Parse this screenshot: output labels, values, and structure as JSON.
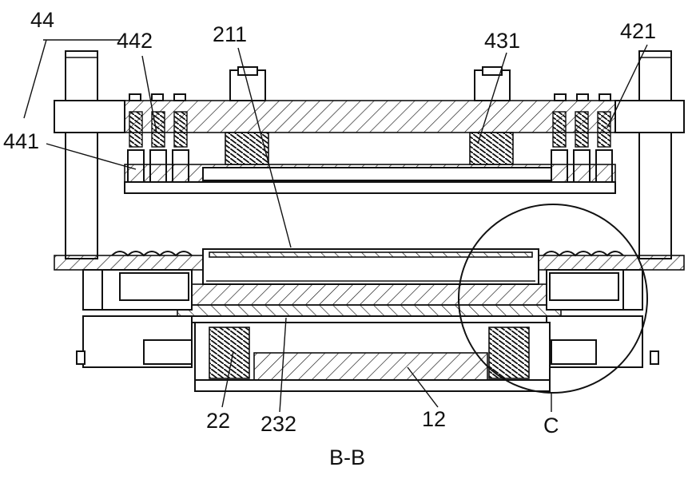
{
  "view_label": "B-B",
  "labels": {
    "l44": "44",
    "l442": "442",
    "l211": "211",
    "l431": "431",
    "l421": "421",
    "l441": "441",
    "l22": "22",
    "l232": "232",
    "l12": "12",
    "lC": "C"
  }
}
